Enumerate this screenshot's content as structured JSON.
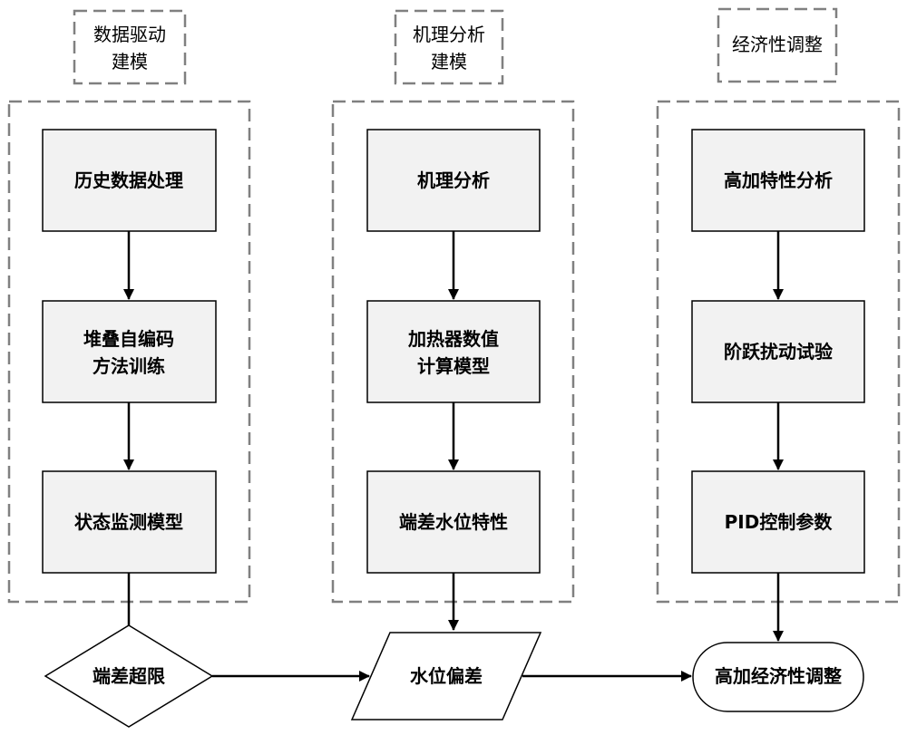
{
  "headers": {
    "data_driven": [
      "数据驱动",
      "建模"
    ],
    "mechanism": [
      "机理分析",
      "建模"
    ],
    "economy": [
      "经济性调整"
    ]
  },
  "boxes": {
    "history_processing": [
      "历史数据处理"
    ],
    "autoencoder_training": [
      "堆叠自编码",
      "方法训练"
    ],
    "state_monitoring": [
      "状态监测模型"
    ],
    "mechanism_analysis": [
      "机理分析"
    ],
    "heater_numeric": [
      "加热器数值",
      "计算模型"
    ],
    "terminal_diff_level": [
      "端差水位特性"
    ],
    "heater_characteristics": [
      "高加特性分析"
    ],
    "step_disturbance": [
      "阶跃扰动试验"
    ],
    "pid_params": [
      "PID控制参数"
    ]
  },
  "outputs": {
    "diff_over_limit": "端差超限",
    "level_deviation": "水位偏差",
    "economy_adjust": "高加经济性调整"
  }
}
